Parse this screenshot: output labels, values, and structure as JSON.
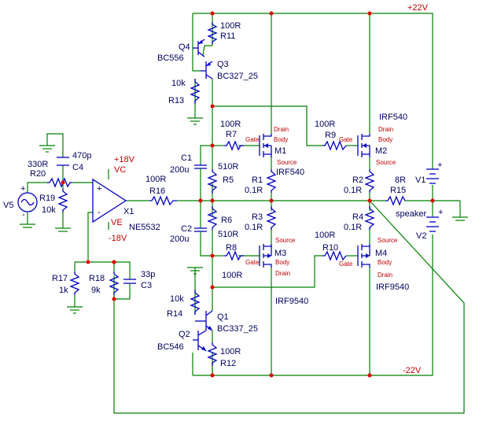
{
  "supply": {
    "pos_rail": "+22V",
    "neg_rail": "-22V",
    "opamp_pos": "+18V",
    "opamp_neg": "-18V",
    "vc": "VC",
    "ve": "VE"
  },
  "components": {
    "R11": {
      "ref": "R11",
      "value": "100R"
    },
    "R12": {
      "ref": "R12",
      "value": "100R"
    },
    "R13": {
      "ref": "R13",
      "value": "10k"
    },
    "R14": {
      "ref": "R14",
      "value": "10k"
    },
    "Q1": {
      "ref": "Q1",
      "part": "BC337_25"
    },
    "Q2": {
      "ref": "Q2",
      "part": "BC546"
    },
    "Q3": {
      "ref": "Q3",
      "part": "BC327_25"
    },
    "Q4": {
      "ref": "Q4",
      "part": "BC556"
    },
    "R20": {
      "ref": "R20",
      "value": "330R"
    },
    "C4": {
      "ref": "C4",
      "value": "470p"
    },
    "R19": {
      "ref": "R19",
      "value": "10k"
    },
    "V5": {
      "ref": "V5"
    },
    "X1": {
      "ref": "X1",
      "part": "NE5532"
    },
    "R16": {
      "ref": "R16",
      "value": "100R"
    },
    "C1": {
      "ref": "C1",
      "value": "200u"
    },
    "C2": {
      "ref": "C2",
      "value": "200u"
    },
    "R5": {
      "ref": "R5",
      "value": "510R"
    },
    "R6": {
      "ref": "R6",
      "value": "510R"
    },
    "R7": {
      "ref": "R7",
      "value": "100R"
    },
    "R8": {
      "ref": "R8",
      "value": "100R"
    },
    "R9": {
      "ref": "R9",
      "value": "100R"
    },
    "R10": {
      "ref": "R10",
      "value": "100R"
    },
    "R1": {
      "ref": "R1",
      "value": "0.1R"
    },
    "R2": {
      "ref": "R2",
      "value": "0.1R"
    },
    "R3": {
      "ref": "R3",
      "value": "0.1R"
    },
    "R4": {
      "ref": "R4",
      "value": "0.1R"
    },
    "M1": {
      "ref": "M1",
      "part": "IRF540"
    },
    "M2": {
      "ref": "M2",
      "part": "IRF540"
    },
    "M3": {
      "ref": "M3",
      "part": "IRF9540"
    },
    "M4": {
      "ref": "M4",
      "part": "IRF9540"
    },
    "R15": {
      "ref": "R15",
      "value": "8R",
      "label": "speaker"
    },
    "V1": {
      "ref": "V1"
    },
    "V2": {
      "ref": "V2"
    },
    "R17": {
      "ref": "R17",
      "value": "1k"
    },
    "R18": {
      "ref": "R18",
      "value": "9k"
    },
    "C3": {
      "ref": "C3",
      "value": "33p"
    }
  },
  "pins": {
    "gate": "Gate",
    "drain": "Drain",
    "body": "Body",
    "source": "Source"
  },
  "opamp_marks": {
    "plus": "+",
    "minus": "-"
  }
}
